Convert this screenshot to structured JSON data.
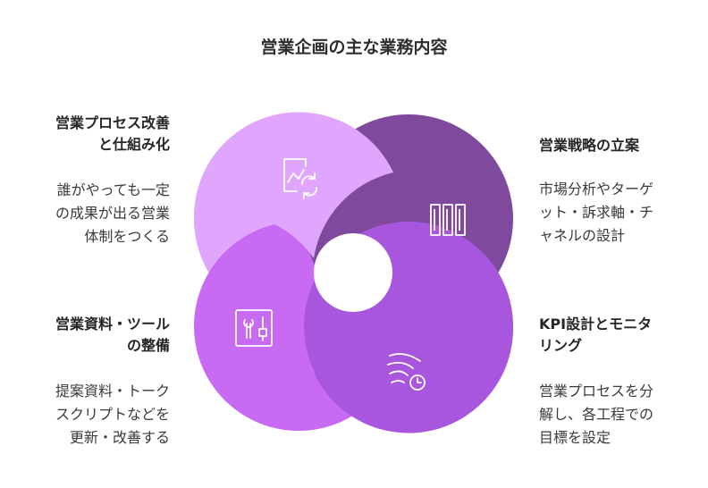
{
  "title": "営業企画の主な業務内容",
  "colors": {
    "top_left": "#e0a6fd",
    "top_right": "#7f4a9e",
    "bottom_left": "#c86af2",
    "bottom_right": "#a956de",
    "icon_stroke": "#ffffff"
  },
  "items": [
    {
      "id": "process-improvement",
      "title_lines": [
        "営業プロセス改善",
        "と仕組み化"
      ],
      "desc_lines": [
        "誰がやっても一定",
        "の成果が出る営業",
        "体制をつくる"
      ],
      "icon": "chart-refresh-icon"
    },
    {
      "id": "strategy",
      "title_lines": [
        "営業戦略の立案"
      ],
      "desc_lines": [
        "市場分析やターゲ",
        "ット・訴求軸・チ",
        "ャネルの設計"
      ],
      "icon": "columns-icon"
    },
    {
      "id": "materials-tools",
      "title_lines": [
        "営業資料・ツール",
        "の整備"
      ],
      "desc_lines": [
        "提案資料・トーク",
        "スクリプトなどを",
        "更新・改善する"
      ],
      "icon": "toolbox-icon"
    },
    {
      "id": "kpi",
      "title_lines": [
        "KPI設計とモニタ",
        "リング"
      ],
      "desc_lines": [
        "営業プロセスを分",
        "解し、各工程での",
        "目標を設定"
      ],
      "icon": "wind-clock-icon"
    }
  ]
}
